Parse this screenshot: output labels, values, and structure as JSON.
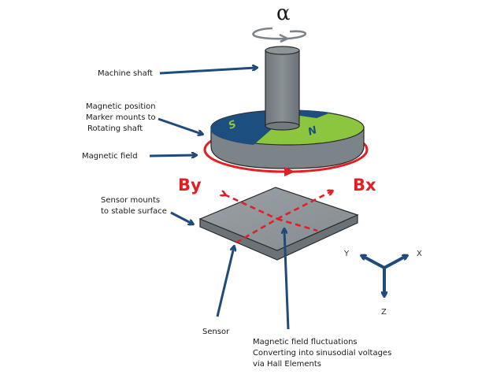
{
  "title_symbol": "α",
  "labels": {
    "machine_shaft": "Machine shaft",
    "marker": [
      "Magnetic position",
      "Marker mounts to",
      "Rotating shaft"
    ],
    "magnetic_field": "Magnetic field",
    "sensor_mounts": [
      "Sensor mounts",
      "to stable surface"
    ],
    "sensor": "Sensor",
    "fluctuations": [
      "Magnetic field fluctuations",
      "Converting into sinusodial voltages",
      "via Hall Elements"
    ]
  },
  "field_components": {
    "by": "By",
    "bx": "Bx"
  },
  "poles": {
    "south": "S",
    "north": "N"
  },
  "axes": {
    "x": "X",
    "y": "Y",
    "z": "Z"
  },
  "colors": {
    "arrow_blue": "#1f4a7c",
    "field_red": "#e31e24",
    "south_blue": "#1c4f80",
    "north_green": "#8cc63f",
    "metal_gray": "#7d8489"
  }
}
